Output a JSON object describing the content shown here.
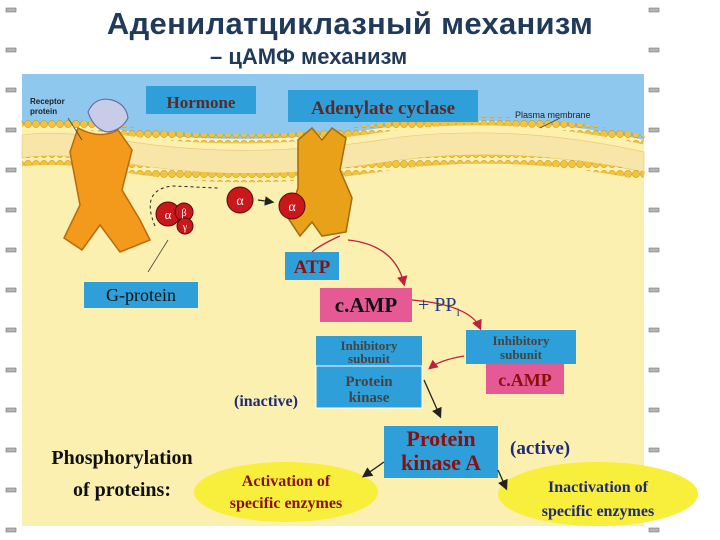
{
  "header": {
    "title": "Аденилатциклазный механизм",
    "subtitle": "– цАМФ механизм"
  },
  "diagram": {
    "hormone": "Hormone",
    "adenylate_cyclase": "Adenylate cyclase",
    "receptor_protein": [
      "Receptor",
      "protein"
    ],
    "plasma_membrane": "Plasma membrane",
    "alpha": "α",
    "beta": "β",
    "gamma": "γ",
    "atp": "ATP",
    "g_protein": "G-protein",
    "camp": "c.AMP",
    "ppi": "+ PP",
    "ppi_sub": "i",
    "inhibitory_left": [
      "Inhibitory",
      "subunit"
    ],
    "protein_kinase_left": [
      "Protein",
      "kinase"
    ],
    "inactive": "(inactive)",
    "inhibitory_right": [
      "Inhibitory",
      "subunit"
    ],
    "camp_right": "c.AMP",
    "protein_kinase_a": [
      "Protein",
      "kinase A"
    ],
    "active": "(active)",
    "phosphorylation": [
      "Phosphorylation",
      "of proteins:"
    ],
    "activation": [
      "Activation of",
      "specific enzymes"
    ],
    "inactivation": [
      "Inactivation of",
      "specific enzymes"
    ]
  },
  "colors": {
    "title": "#1f3a5a",
    "cytoplasm": "#fbf0b0",
    "extracellular": "#8ec8ee",
    "membrane_head": "#f3c33c",
    "label_box": "#2e9fd8",
    "camp_box": "#e55a94",
    "alpha_red": "#c8181c",
    "receptor_orange": "#f39a1c",
    "cyclase_gold": "#eaa11a",
    "enzyme_oval": "#f8ee3c",
    "dark_red_text": "#8a1010"
  }
}
